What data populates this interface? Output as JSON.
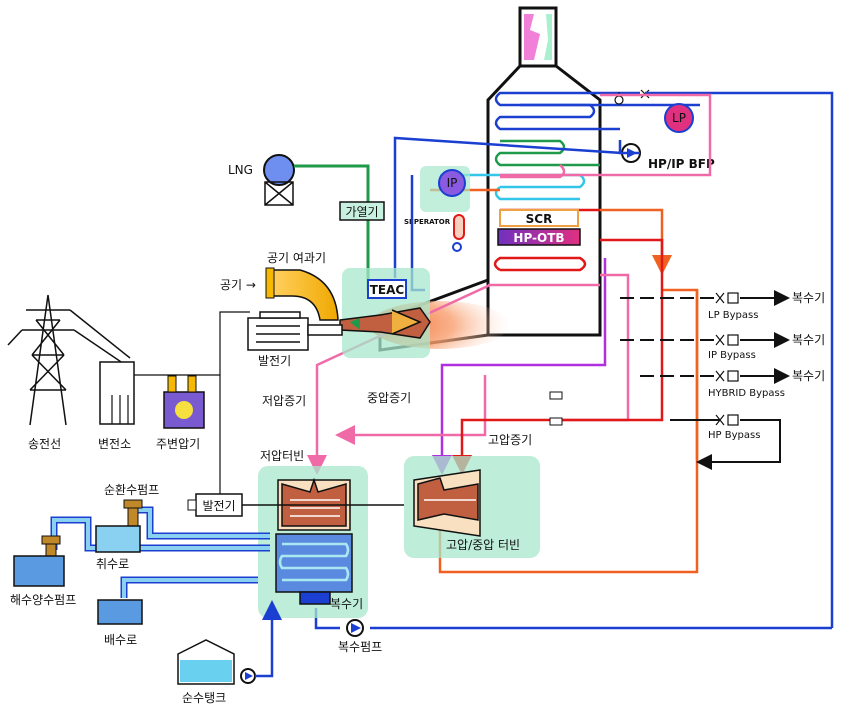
{
  "labels": {
    "lng": "LNG",
    "heater": "가열기",
    "air_filter": "공기 여과기",
    "air": "공기 →",
    "teac": "TEAC",
    "generator_top": "발전기",
    "transmission_line": "송전선",
    "substation": "변전소",
    "main_transformer": "주변압기",
    "lp_steam": "저압증기",
    "ip_steam": "중압증기",
    "hp_steam": "고압증기",
    "lp_turbine": "저압터빈",
    "hp_ip_turbine": "고압/중압 터빈",
    "circ_pump": "순환수펌프",
    "generator_bottom": "발전기",
    "intake": "취수로",
    "seawater_pump": "해수양수펌프",
    "discharge": "배수로",
    "condenser": "복수기",
    "condensate_pump": "복수펌프",
    "pure_water_tank": "순수탱크",
    "separator": "SEPERATOR",
    "scr": "SCR",
    "hp_otb": "HP-OTB",
    "ip_drum": "IP",
    "lp_drum": "LP",
    "hp_ip_bfp": "HP/IP BFP",
    "lp_bypass": "LP Bypass",
    "ip_bypass": "IP Bypass",
    "hybrid_bypass": "HYBRID Bypass",
    "hp_bypass": "HP Bypass",
    "to_condenser_1": "복수기",
    "to_condenser_2": "복수기",
    "to_condenser_3": "복수기"
  },
  "colors": {
    "blue": "#1a3fd1",
    "green": "#1f9a4a",
    "pink": "#f06aa8",
    "magenta": "#e040e0",
    "red": "#e01818",
    "orange": "#f06020",
    "cyan": "#33c6e8",
    "teal_box": "#7fd8b8",
    "yellow": "#f6b800",
    "dark": "#111111"
  }
}
